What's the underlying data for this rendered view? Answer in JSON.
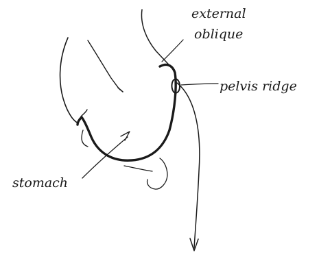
{
  "labels": {
    "external_oblique_line1": "external",
    "external_oblique_line2": "oblique",
    "pelvis_ridge": "pelvis ridge",
    "stomach": "stomach"
  },
  "colors": {
    "ink": "#1a1a1a",
    "background": "#ffffff"
  }
}
